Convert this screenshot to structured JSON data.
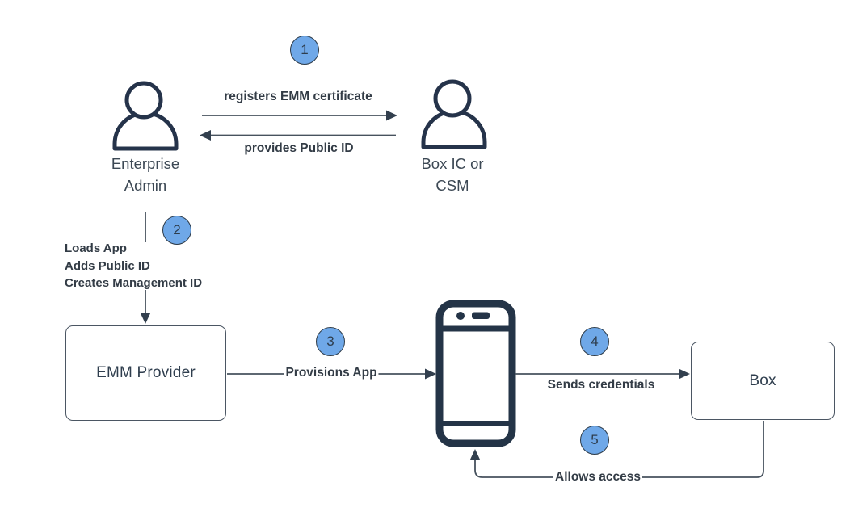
{
  "actors": {
    "enterprise_admin": {
      "line1": "Enterprise",
      "line2": "Admin"
    },
    "box_contact": {
      "line1": "Box IC or",
      "line2": "CSM"
    }
  },
  "nodes": {
    "emm_provider": {
      "label": "EMM Provider"
    },
    "box": {
      "label": "Box"
    }
  },
  "steps": {
    "step1": {
      "number": "1",
      "request_label": "registers EMM certificate",
      "response_label": "provides Public ID"
    },
    "step2": {
      "number": "2",
      "line1": "Loads App",
      "line2": "Adds Public ID",
      "line3": "Creates Management ID"
    },
    "step3": {
      "number": "3",
      "label": "Provisions App"
    },
    "step4": {
      "number": "4",
      "label": "Sends credentials"
    },
    "step5": {
      "number": "5",
      "label": "Allows access"
    }
  },
  "colors": {
    "badge_fill": "#6FA8E8",
    "badge_border": "#2C3A48",
    "icon_dark": "#243447",
    "connector_line": "#47525E",
    "arrowhead": "#323F4E",
    "bold_label_text": "#333C46",
    "node_border": "#4B5663",
    "node_text": "#2F3E4E",
    "actor_label_text": "#3C4854",
    "background": "#FFFFFF"
  }
}
